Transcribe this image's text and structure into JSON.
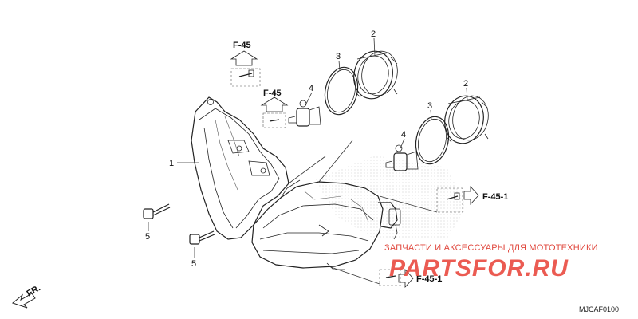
{
  "callouts": {
    "c1": "1",
    "c2a": "2",
    "c2b": "2",
    "c3a": "3",
    "c3b": "3",
    "c4a": "4",
    "c4b": "4",
    "c5a": "5",
    "c5b": "5"
  },
  "references": {
    "f45_top": "F-45",
    "f45_mid": "F-45",
    "f451_right": "F-45-1",
    "f451_bottom": "F-45-1"
  },
  "direction": {
    "label": "FR."
  },
  "diagram_code": "MJCAF0100",
  "watermark": {
    "tagline": "ЗАПЧАСТИ И АКСЕССУАРЫ ДЛЯ МОТОТЕХНИКИ",
    "logo_text": "PARTSFOR.RU",
    "color": "#e94a40"
  }
}
